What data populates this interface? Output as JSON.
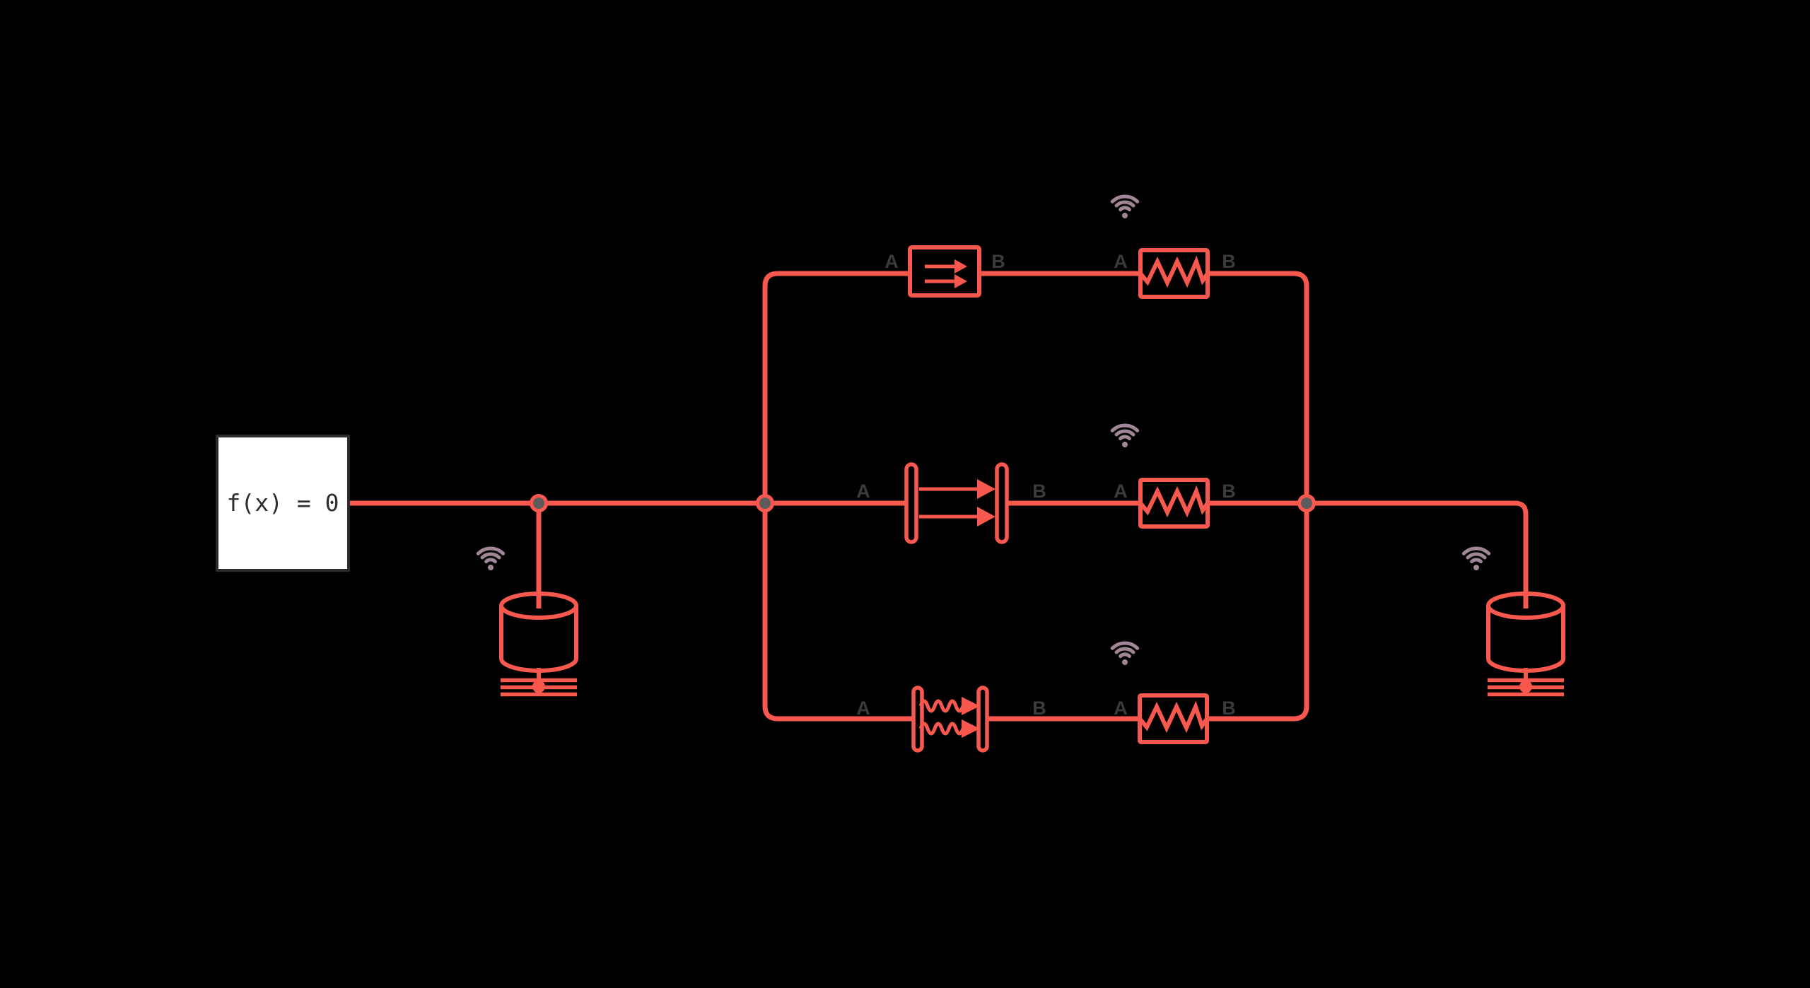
{
  "colors": {
    "background": "#000000",
    "wire": "#f8584d",
    "node_fill": "#5c5c5c",
    "wifi": "#a08697",
    "port_label": "#3b3b3b",
    "source_fill": "#ffffff",
    "source_border": "#2d2d30",
    "source_text": "#2f2f2f"
  },
  "source_block": {
    "label": "f(x) = 0"
  },
  "components": [
    {
      "id": "conductor",
      "type": "double-arrow-box",
      "port_a": "A",
      "port_b": "B",
      "wifi": false
    },
    {
      "id": "top-resistor",
      "type": "resistor-box",
      "port_a": "A",
      "port_b": "B",
      "wifi": true
    },
    {
      "id": "convection",
      "type": "plates-arrows",
      "port_a": "A",
      "port_b": "B",
      "wifi": false
    },
    {
      "id": "mid-resistor",
      "type": "resistor-box",
      "port_a": "A",
      "port_b": "B",
      "wifi": true
    },
    {
      "id": "radiation",
      "type": "plates-wavy-arrows",
      "port_a": "A",
      "port_b": "B",
      "wifi": false
    },
    {
      "id": "bottom-resistor",
      "type": "resistor-box",
      "port_a": "A",
      "port_b": "B",
      "wifi": true
    }
  ],
  "icons": {
    "wifi-icon": "three arcs + dot, mauve",
    "junction-node": "gray filled circle, red ring",
    "thermal-mass-icon": "open cylinder over triple-line ground with dot"
  }
}
